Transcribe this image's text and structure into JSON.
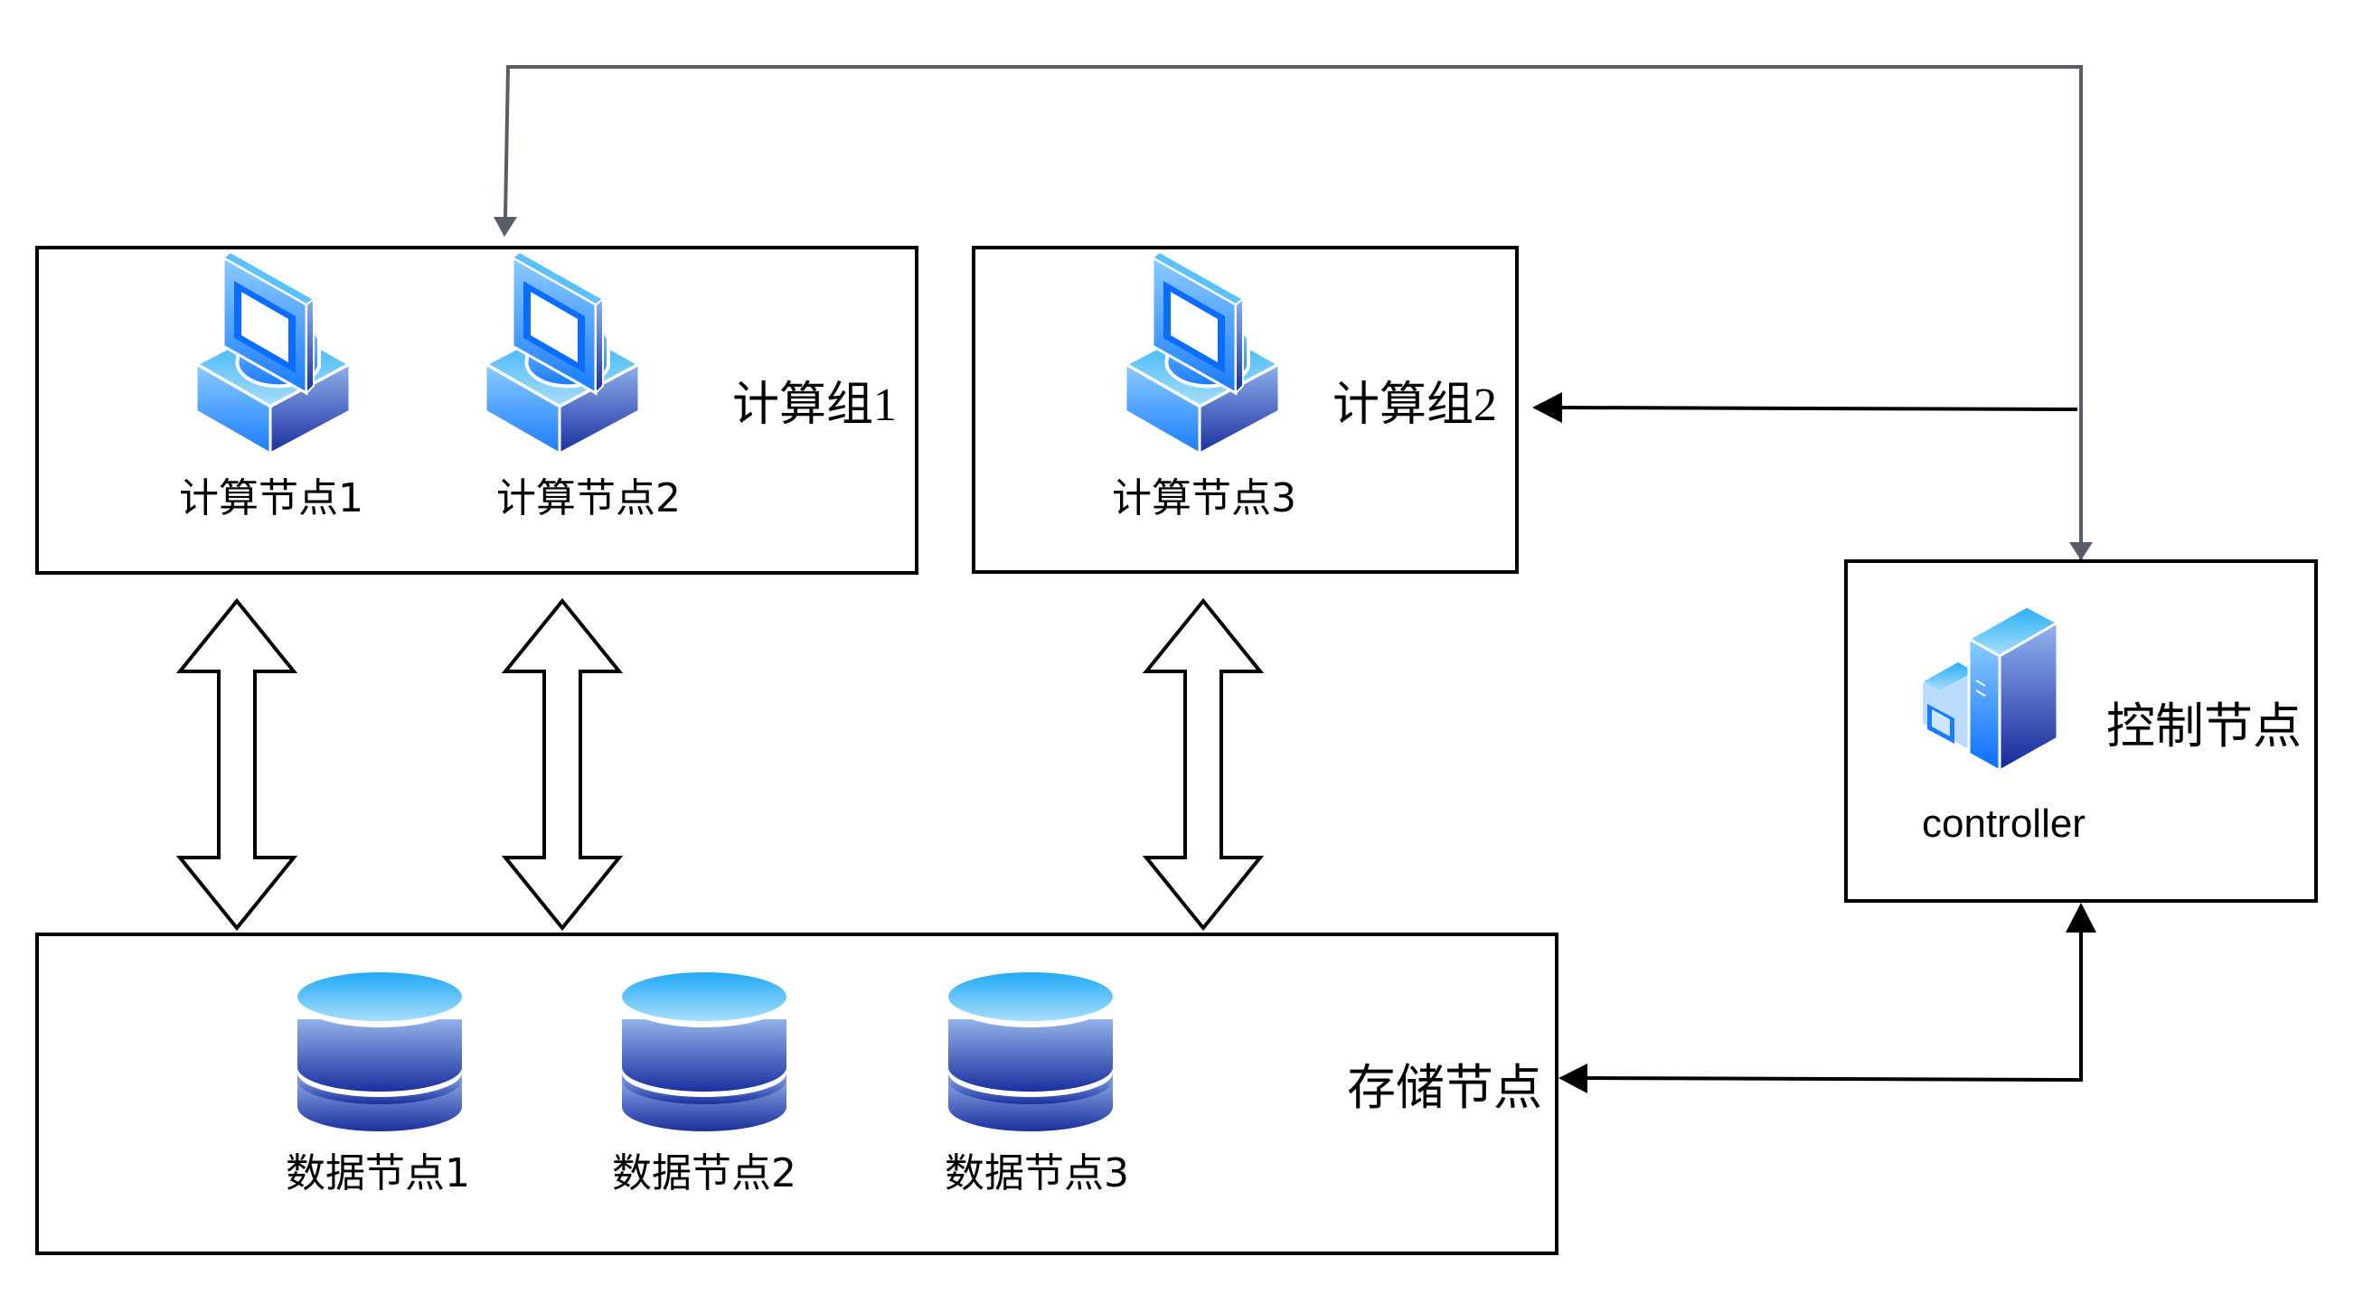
{
  "diagram": {
    "compute_group_1": {
      "title": "计算组",
      "title_num": "1",
      "nodes": [
        {
          "label": "计算节点1",
          "icon": "computer-icon"
        },
        {
          "label": "计算节点2",
          "icon": "computer-icon"
        }
      ]
    },
    "compute_group_2": {
      "title": "计算组",
      "title_num": "2",
      "nodes": [
        {
          "label": "计算节点3",
          "icon": "computer-icon"
        }
      ]
    },
    "controller": {
      "title": "控制节点",
      "subtitle": "controller",
      "icon": "server-icon"
    },
    "storage": {
      "title": "存储节点",
      "nodes": [
        {
          "label": "数据节点1",
          "icon": "database-icon"
        },
        {
          "label": "数据节点2",
          "icon": "database-icon"
        },
        {
          "label": "数据节点3",
          "icon": "database-icon"
        }
      ]
    },
    "connections": [
      {
        "from": "controller",
        "to": "compute_group_1",
        "style": "gray-arrow"
      },
      {
        "from": "controller",
        "to": "compute_group_2",
        "style": "black-arrow"
      },
      {
        "from": "controller",
        "to": "controller",
        "style": "gray-arrow"
      },
      {
        "from": "controller",
        "to": "storage",
        "style": "black-bidirectional"
      },
      {
        "from": "compute_node_1",
        "to": "storage",
        "style": "double-block-arrow"
      },
      {
        "from": "compute_node_2",
        "to": "storage",
        "style": "double-block-arrow"
      },
      {
        "from": "compute_node_3",
        "to": "storage",
        "style": "double-block-arrow"
      }
    ],
    "colors": {
      "control_line": "#575d66",
      "line": "#000000",
      "icon_light": "#27aff7",
      "icon_mid": "#1a7bff",
      "icon_dark": "#1a2f9e"
    }
  }
}
